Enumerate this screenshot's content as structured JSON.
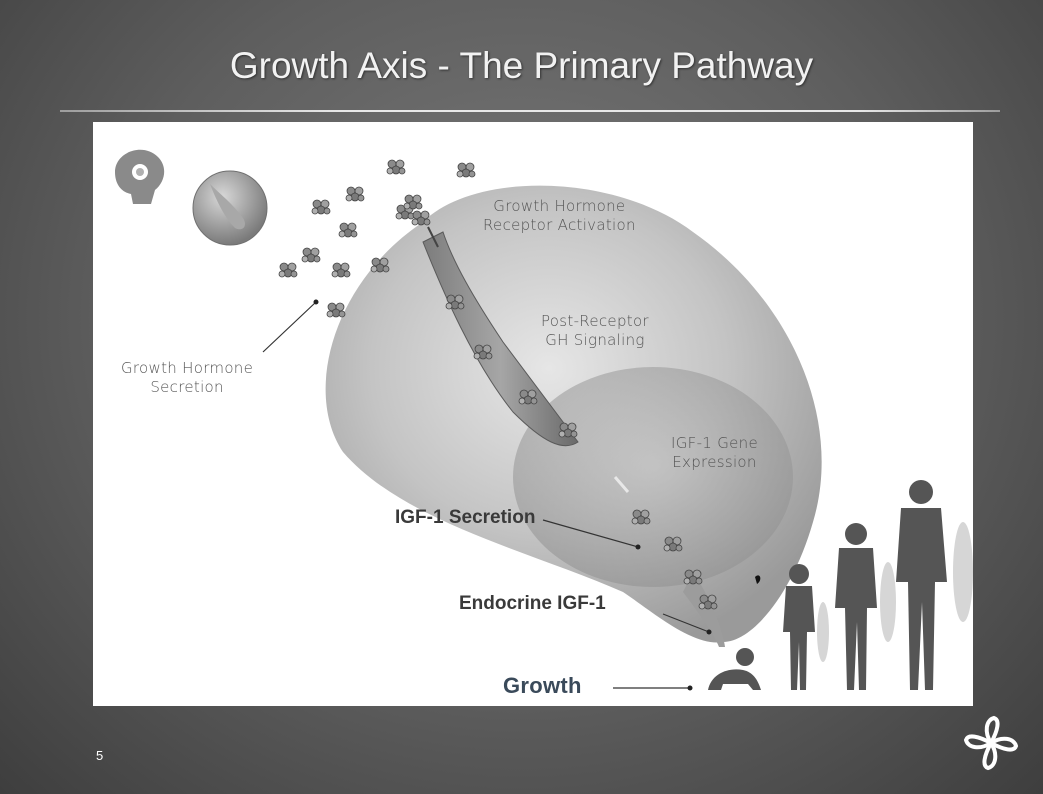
{
  "slide": {
    "title": "Growth Axis - The Primary Pathway",
    "page_number": "5"
  },
  "diagram": {
    "labels": {
      "gh_receptor_activation": [
        "Growth Hormone",
        "Receptor Activation"
      ],
      "post_receptor": [
        "Post-Receptor",
        "GH Signaling"
      ],
      "gh_secretion": [
        "Growth Hormone",
        "Secretion"
      ],
      "igf1_gene": [
        "IGF-1 Gene",
        "Expression"
      ],
      "igf1_secretion": "IGF-1 Secretion",
      "endocrine_igf1": "Endocrine IGF-1",
      "growth": "Growth"
    },
    "icons": [
      "head-icon",
      "pituitary-icon",
      "liver-cell-icon",
      "child-silhouettes-icon",
      "flower-logo-icon"
    ],
    "colors": {
      "background": "#5e5e5e",
      "panel": "#ffffff",
      "cell": "#b8b8b8",
      "title": "#f2f2f2"
    }
  }
}
